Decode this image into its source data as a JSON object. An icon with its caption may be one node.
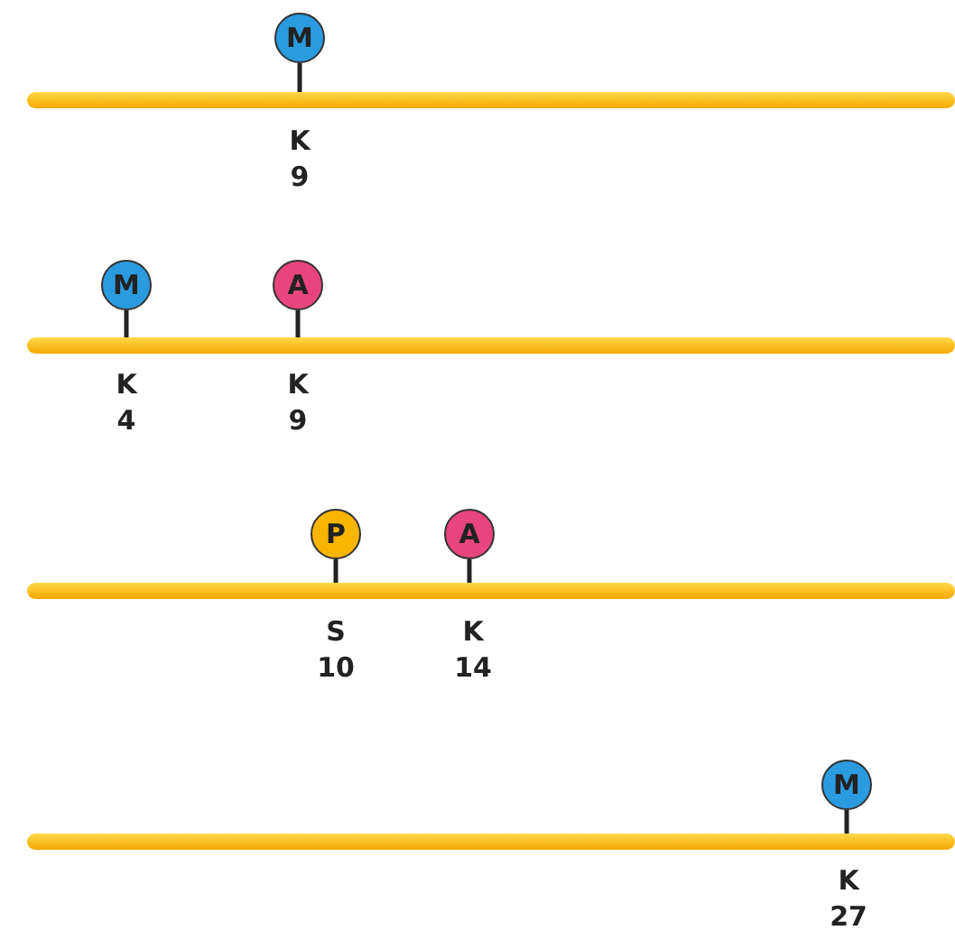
{
  "diagram": {
    "nodes": [
      {
        "text": [],
        "shape": "bar"
      },
      {
        "text": [
          "M"
        ]
      },
      {
        "text": [],
        "shape": "bar"
      },
      {
        "text": [
          "M"
        ]
      },
      {
        "text": [
          "A"
        ]
      },
      {
        "text": [],
        "shape": "bar"
      },
      {
        "text": [
          "P"
        ]
      },
      {
        "text": [
          "A"
        ]
      },
      {
        "text": [],
        "shape": "bar"
      },
      {
        "text": [
          "M"
        ]
      }
    ],
    "edges": [
      {
        "from": 1,
        "to": 0,
        "arrow": "none"
      },
      {
        "from": 3,
        "to": 2,
        "arrow": "none"
      },
      {
        "from": 4,
        "to": 2,
        "arrow": "none"
      },
      {
        "from": 6,
        "to": 5,
        "arrow": "none"
      },
      {
        "from": 7,
        "to": 5,
        "arrow": "none"
      },
      {
        "from": 9,
        "to": 8,
        "arrow": "none"
      }
    ],
    "labels": [
      "K 9",
      "K 4",
      "K 9",
      "S 10",
      "K 14",
      "K 27"
    ]
  }
}
